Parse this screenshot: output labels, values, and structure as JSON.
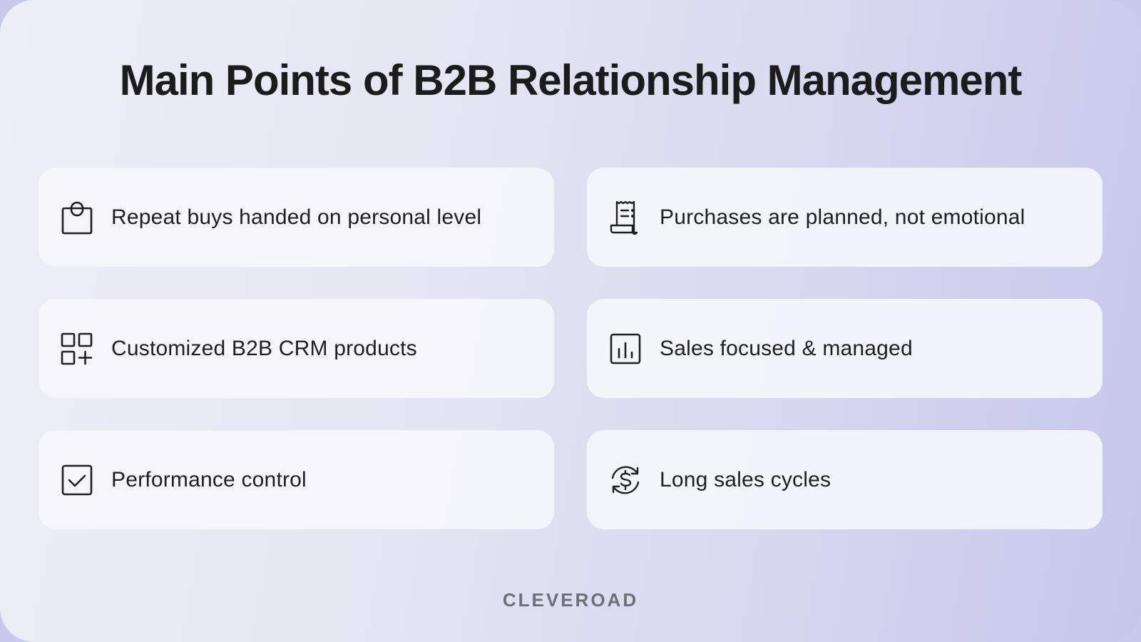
{
  "title": "Main Points of B2B Relationship Management",
  "cards": [
    {
      "icon": "shopping-bag-icon",
      "label": "Repeat buys handed on personal level"
    },
    {
      "icon": "receipt-icon",
      "label": "Purchases are planned, not emotional"
    },
    {
      "icon": "add-grid-icon",
      "label": "Customized B2B CRM products"
    },
    {
      "icon": "bar-chart-icon",
      "label": "Sales focused & managed"
    },
    {
      "icon": "checkbox-icon",
      "label": "Performance control"
    },
    {
      "icon": "dollar-cycle-icon",
      "label": "Long sales cycles"
    }
  ],
  "brand": "CLEVEROAD",
  "colors": {
    "background_left": "#eeeef6",
    "background_right": "#c6c6ea",
    "card": "#f6f6fc",
    "text": "#1f1f22",
    "brand_text": "#6f6f78"
  }
}
